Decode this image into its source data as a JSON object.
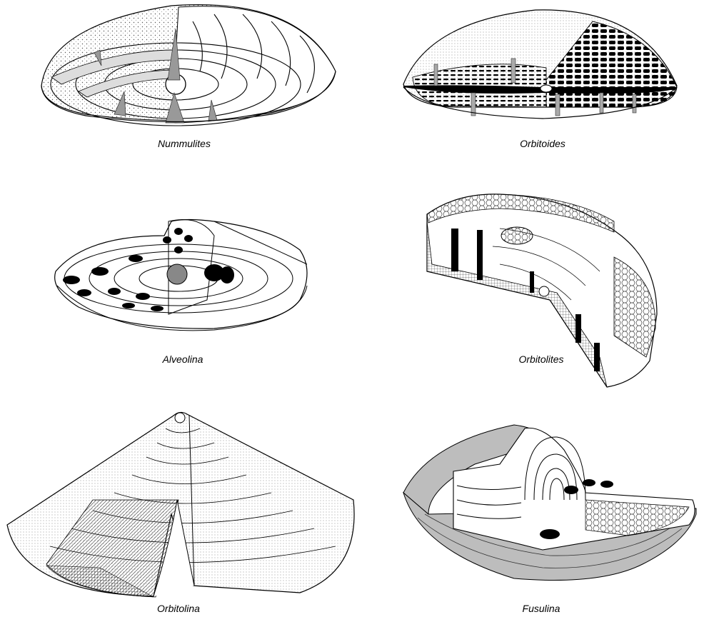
{
  "figures": [
    {
      "id": "nummulites",
      "label": "Nummulites"
    },
    {
      "id": "orbitoides",
      "label": "Orbitoides"
    },
    {
      "id": "alveolina",
      "label": "Alveolina"
    },
    {
      "id": "orbitolites",
      "label": "Orbitolites"
    },
    {
      "id": "orbitolina",
      "label": "Orbitolina"
    },
    {
      "id": "fusulina",
      "label": "Fusulina"
    }
  ],
  "colors": {
    "ink": "#000000",
    "shell_grey": "#c8c8c8",
    "paper": "#ffffff"
  }
}
